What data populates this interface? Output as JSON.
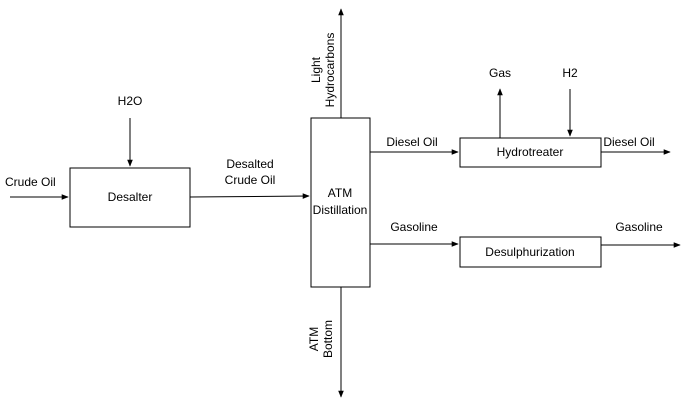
{
  "colors": {
    "stroke": "#000000",
    "background": "#ffffff"
  },
  "nodes": {
    "desalter": "Desalter",
    "atm_distillation": [
      "ATM",
      "Distillation"
    ],
    "hydrotreater": "Hydrotreater",
    "desulphurization": "Desulphurization"
  },
  "labels": {
    "crude_oil": "Crude Oil",
    "h2o": "H2O",
    "desalted_crude_oil": [
      "Desalted",
      "Crude Oil"
    ],
    "light_hydrocarbons": [
      "Light",
      "Hydrocarbons"
    ],
    "atm_bottom": [
      "ATM",
      "Bottom"
    ],
    "diesel_oil_in": "Diesel Oil",
    "gasoline_in": "Gasoline",
    "gas": "Gas",
    "h2": "H2",
    "diesel_oil_out": "Diesel Oil",
    "gasoline_out": "Gasoline"
  }
}
